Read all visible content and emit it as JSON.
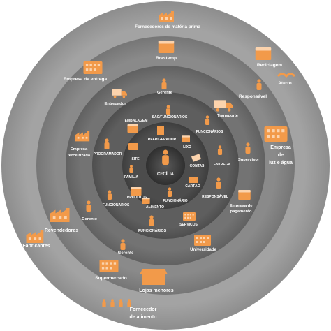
{
  "colors": {
    "ring1": "#9c9c9c",
    "ring2": "#828282",
    "ring3": "#6e6e6e",
    "ring4": "#5a5a5a",
    "ring5": "#474747",
    "center": "#3a3a3a",
    "icon_orange": "#f29a4a",
    "icon_light": "#fbd3ad",
    "text": "#ffffff"
  },
  "center": {
    "label": "CECÍLIA"
  },
  "ring1_labels": {
    "fornecedores": "Fornecedores de matéria prima",
    "reciclagem": "Reciclagem",
    "aterro": "Aterro",
    "empresa_luz": [
      "Empresa",
      "de",
      "luz e água"
    ],
    "revendedores": "Revendedores",
    "fabricantes": "Fabricantes",
    "lojas": "Lojas menores",
    "fornecedor_alimento": [
      "Fornecedor",
      "de   alimento"
    ]
  },
  "ring2_labels": {
    "brastemp": "Brastemp",
    "empresa_entrega": "Empresa de entrega",
    "responsavel": "Responsável",
    "supermercado": "Supermercado",
    "gerente_bottom": "Gerente",
    "universidade": "Universidade",
    "empresa_pagamento": [
      "Empresa de",
      "pagamento"
    ]
  },
  "ring3_labels": {
    "gerente_top": "Gerente",
    "entregador": "Entregador",
    "transporte": "Transporte",
    "empresa_terceirizada": [
      "Empresa",
      "terceirizada"
    ],
    "supervisor": "Supervisor",
    "gerente_left": "Gerente",
    "funcionarios_bottom": "FUNCIONÁRIOS"
  },
  "ring4_labels": {
    "sac": "SAC/FUNCIONÁRIOS",
    "embalagem": "EMBALAGEM",
    "funcionarios_right": "FUNCIONÁRIOS",
    "programador": "PROGRAMADOR",
    "entrega": "ENTREGA",
    "responsavel": "RESPONSÁVEL",
    "funcionarios_left": "FUNCIONÁRIOS",
    "produtos": "PRODUTOS",
    "servicos": "SERVIÇOS"
  },
  "ring5_labels": {
    "refrigerador": "REFRIGERADOR",
    "lixo": "LIXO",
    "site": "SITE",
    "contas": "CONTAS",
    "familia": "FAMÍLIA",
    "cartao": "CARTÃO",
    "funcionario": "FUNCIONÁRIO",
    "alimento": "ALIMENTO"
  }
}
